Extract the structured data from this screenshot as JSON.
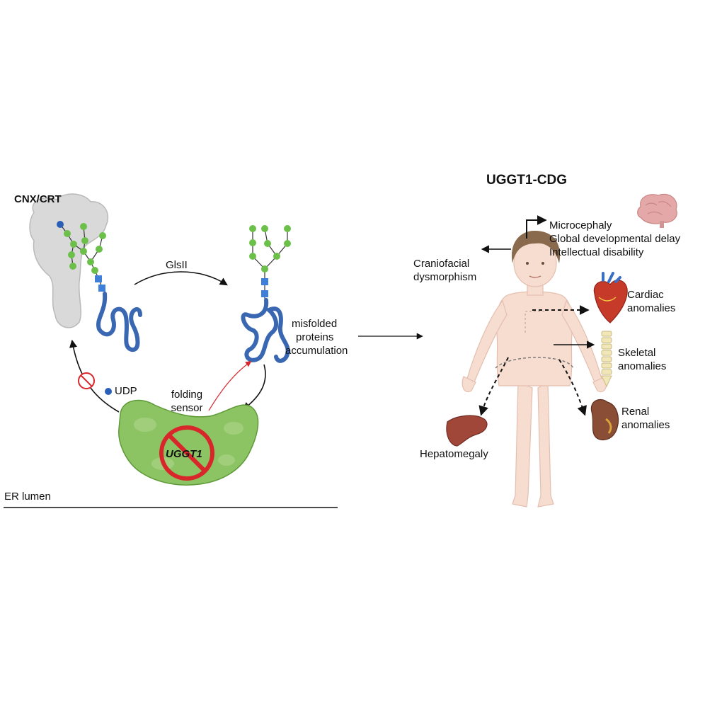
{
  "left_panel": {
    "cnx_crt_label": "CNX/CRT",
    "glsii_label": "GlsII",
    "misfolded_label": [
      "misfolded",
      "proteins",
      "accumulation"
    ],
    "udp_label": "UDP",
    "folding_sensor_label": [
      "folding",
      "sensor"
    ],
    "uggt1_label": "UGGT1",
    "er_lumen_label": "ER lumen"
  },
  "right_panel": {
    "title": "UGGT1-CDG",
    "neuro_symptoms": [
      "Microcephaly",
      "Global developmental delay",
      "Intellectual disability"
    ],
    "craniofacial": [
      "Craniofacial",
      "dysmorphism"
    ],
    "cardiac": [
      "Cardiac",
      "anomalies"
    ],
    "skeletal": [
      "Skeletal",
      "anomalies"
    ],
    "renal": [
      "Renal",
      "anomalies"
    ],
    "hepatomegaly": "Hepatomegaly"
  },
  "colors": {
    "glucose_blue": "#2a5fb8",
    "glcnac_blue": "#3d7fd9",
    "mannose_green": "#6cc04a",
    "protein_blue": "#3a67b1",
    "chaperone_gray": "#d8d8d8",
    "enzyme_green": "#8cc463",
    "prohibit_red": "#d8262b",
    "skin": "#f7ddd0",
    "hair": "#8a6a4c"
  },
  "icons": [
    "brain-icon",
    "heart-icon",
    "spine-icon",
    "kidney-icon",
    "liver-icon",
    "prohibited-icon"
  ]
}
